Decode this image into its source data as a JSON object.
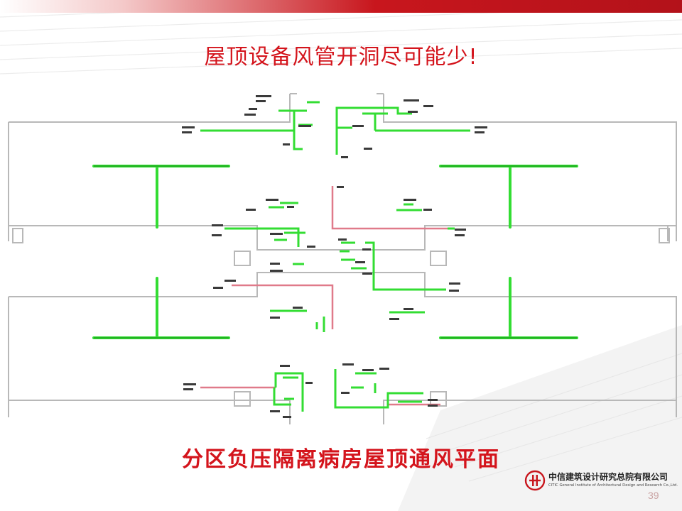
{
  "slide": {
    "title": "屋顶设备风管开洞尽可能少!",
    "caption": "分区负压隔离病房屋顶通风平面",
    "page_number": "39"
  },
  "logo": {
    "name_cn": "中信建筑设计研究总院有限公司",
    "name_en": "CITIC General Institute of Architectural Design and Research Co.,Ltd.",
    "mark": "citic-logo-icon"
  },
  "colors": {
    "accent": "#d4141c",
    "duct_supply": "#33dd33",
    "duct_exhaust": "#e07a8a",
    "wall": "#b8b8b8"
  }
}
